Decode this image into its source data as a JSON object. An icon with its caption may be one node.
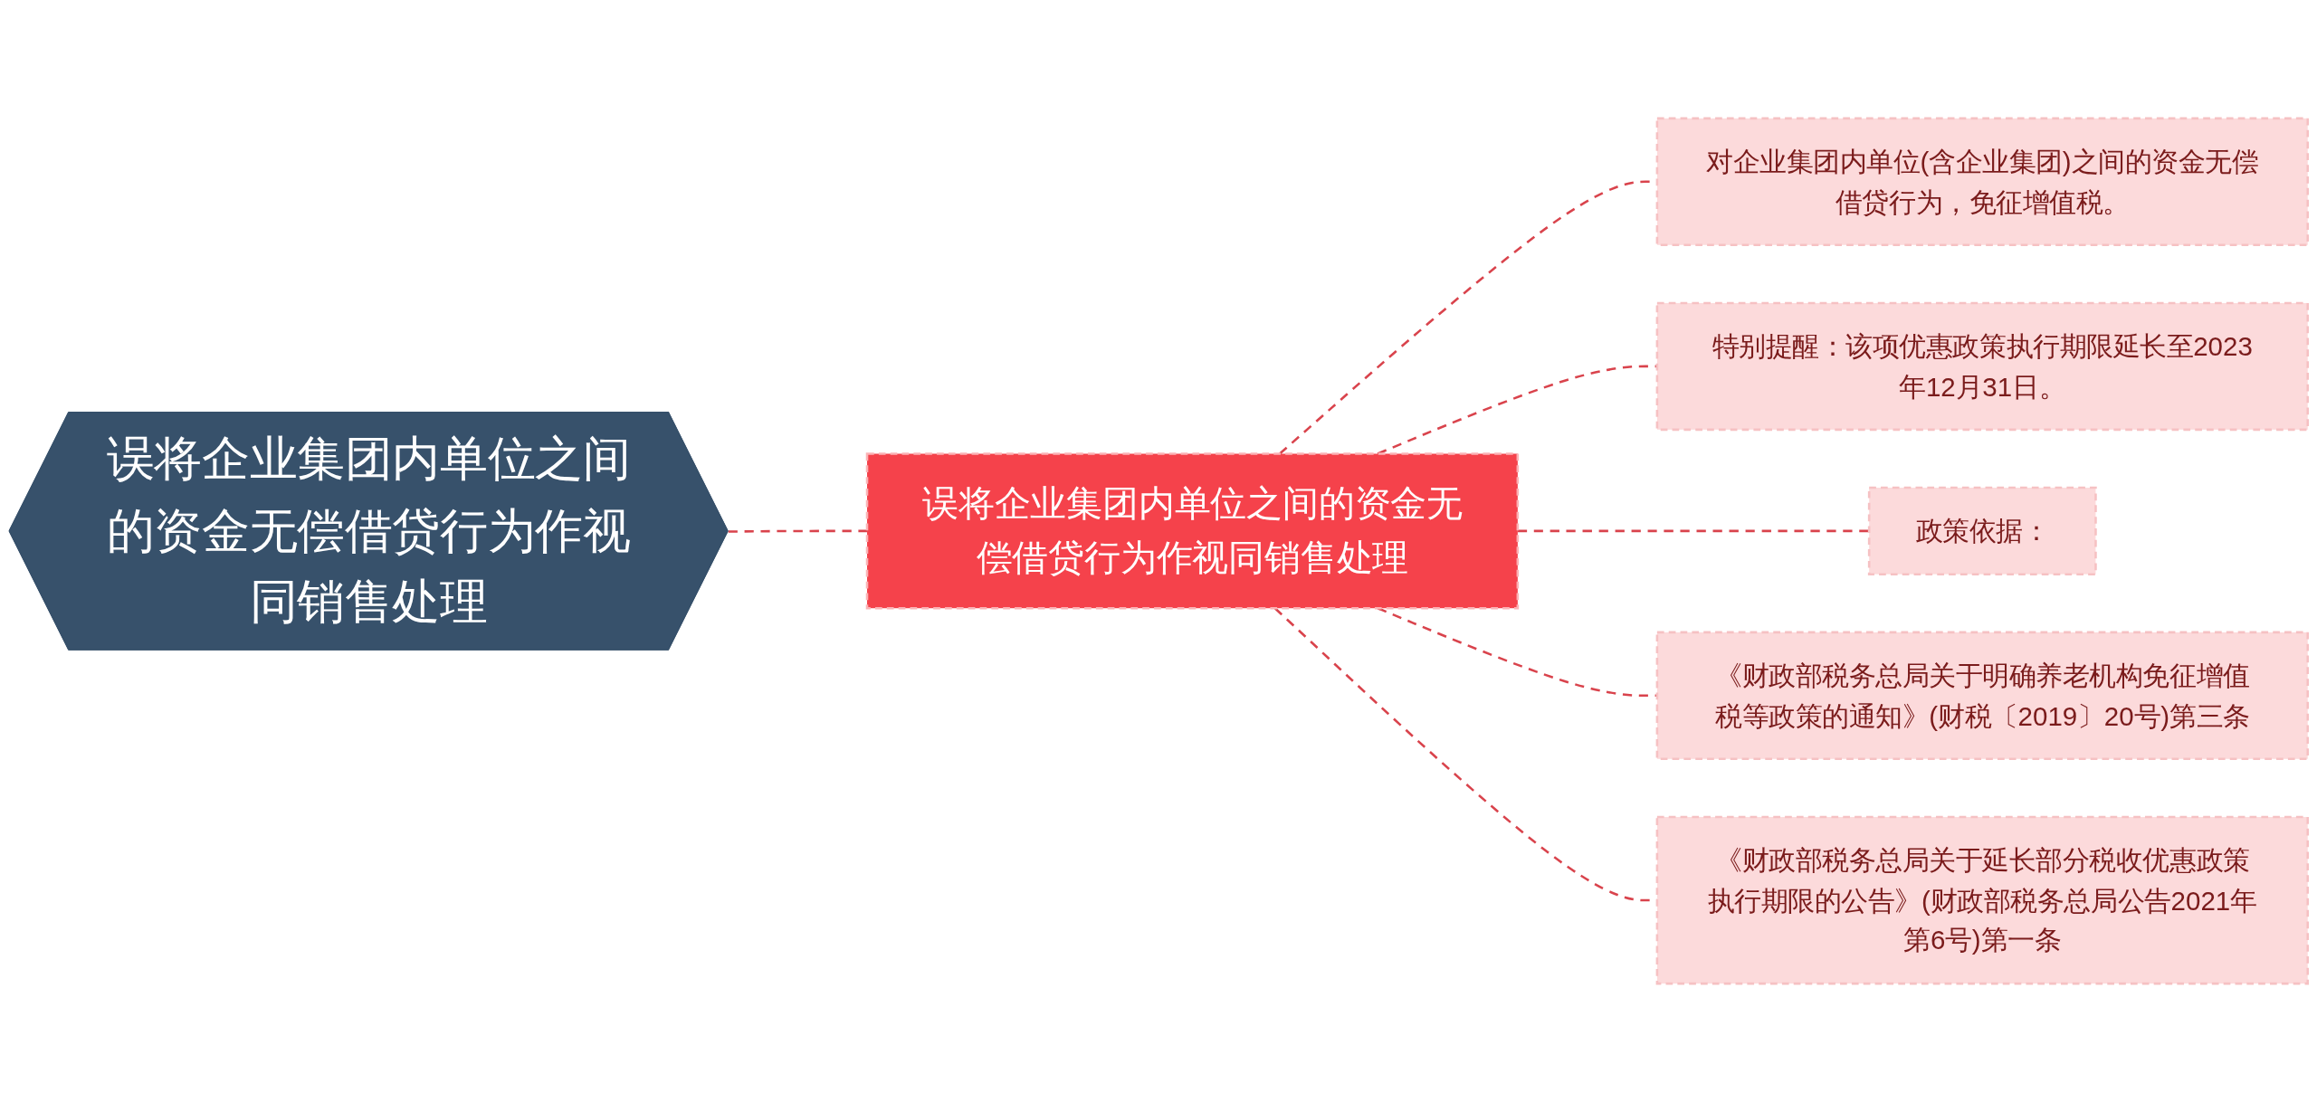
{
  "diagram": {
    "nodes": [
      {
        "text": [
          "误将企业集团内单位之间的资金无偿借贷行为作视同销售处理"
        ]
      },
      {
        "text": [
          "误将企业集团内单位之间的资金无偿借贷行为作视同销售处理"
        ]
      },
      {
        "text": [
          "对企业集团内单位(含企业集团)之间的资金无偿借贷行为，免征增值税。"
        ]
      },
      {
        "text": [
          "特别提醒：该项优惠政策执行期限延长至2023年12月31日。"
        ]
      },
      {
        "text": [
          "政策依据："
        ]
      },
      {
        "text": [
          "《财政部税务总局关于明确养老机构免征增值税等政策的通知》(财税〔2019〕20号)第三条"
        ]
      },
      {
        "text": [
          "《财政部税务总局关于延长部分税收优惠政策执行期限的公告》(财政部税务总局公告2021年第6号)第一条"
        ]
      }
    ],
    "edges": [
      {
        "from": 0,
        "to": 1,
        "arrow": "none",
        "style": "dashed"
      },
      {
        "from": 1,
        "to": 2,
        "arrow": "none",
        "style": "dashed"
      },
      {
        "from": 1,
        "to": 3,
        "arrow": "none",
        "style": "dashed"
      },
      {
        "from": 1,
        "to": 4,
        "arrow": "none",
        "style": "dashed"
      },
      {
        "from": 1,
        "to": 5,
        "arrow": "none",
        "style": "dashed"
      },
      {
        "from": 1,
        "to": 6,
        "arrow": "none",
        "style": "dashed"
      }
    ]
  }
}
